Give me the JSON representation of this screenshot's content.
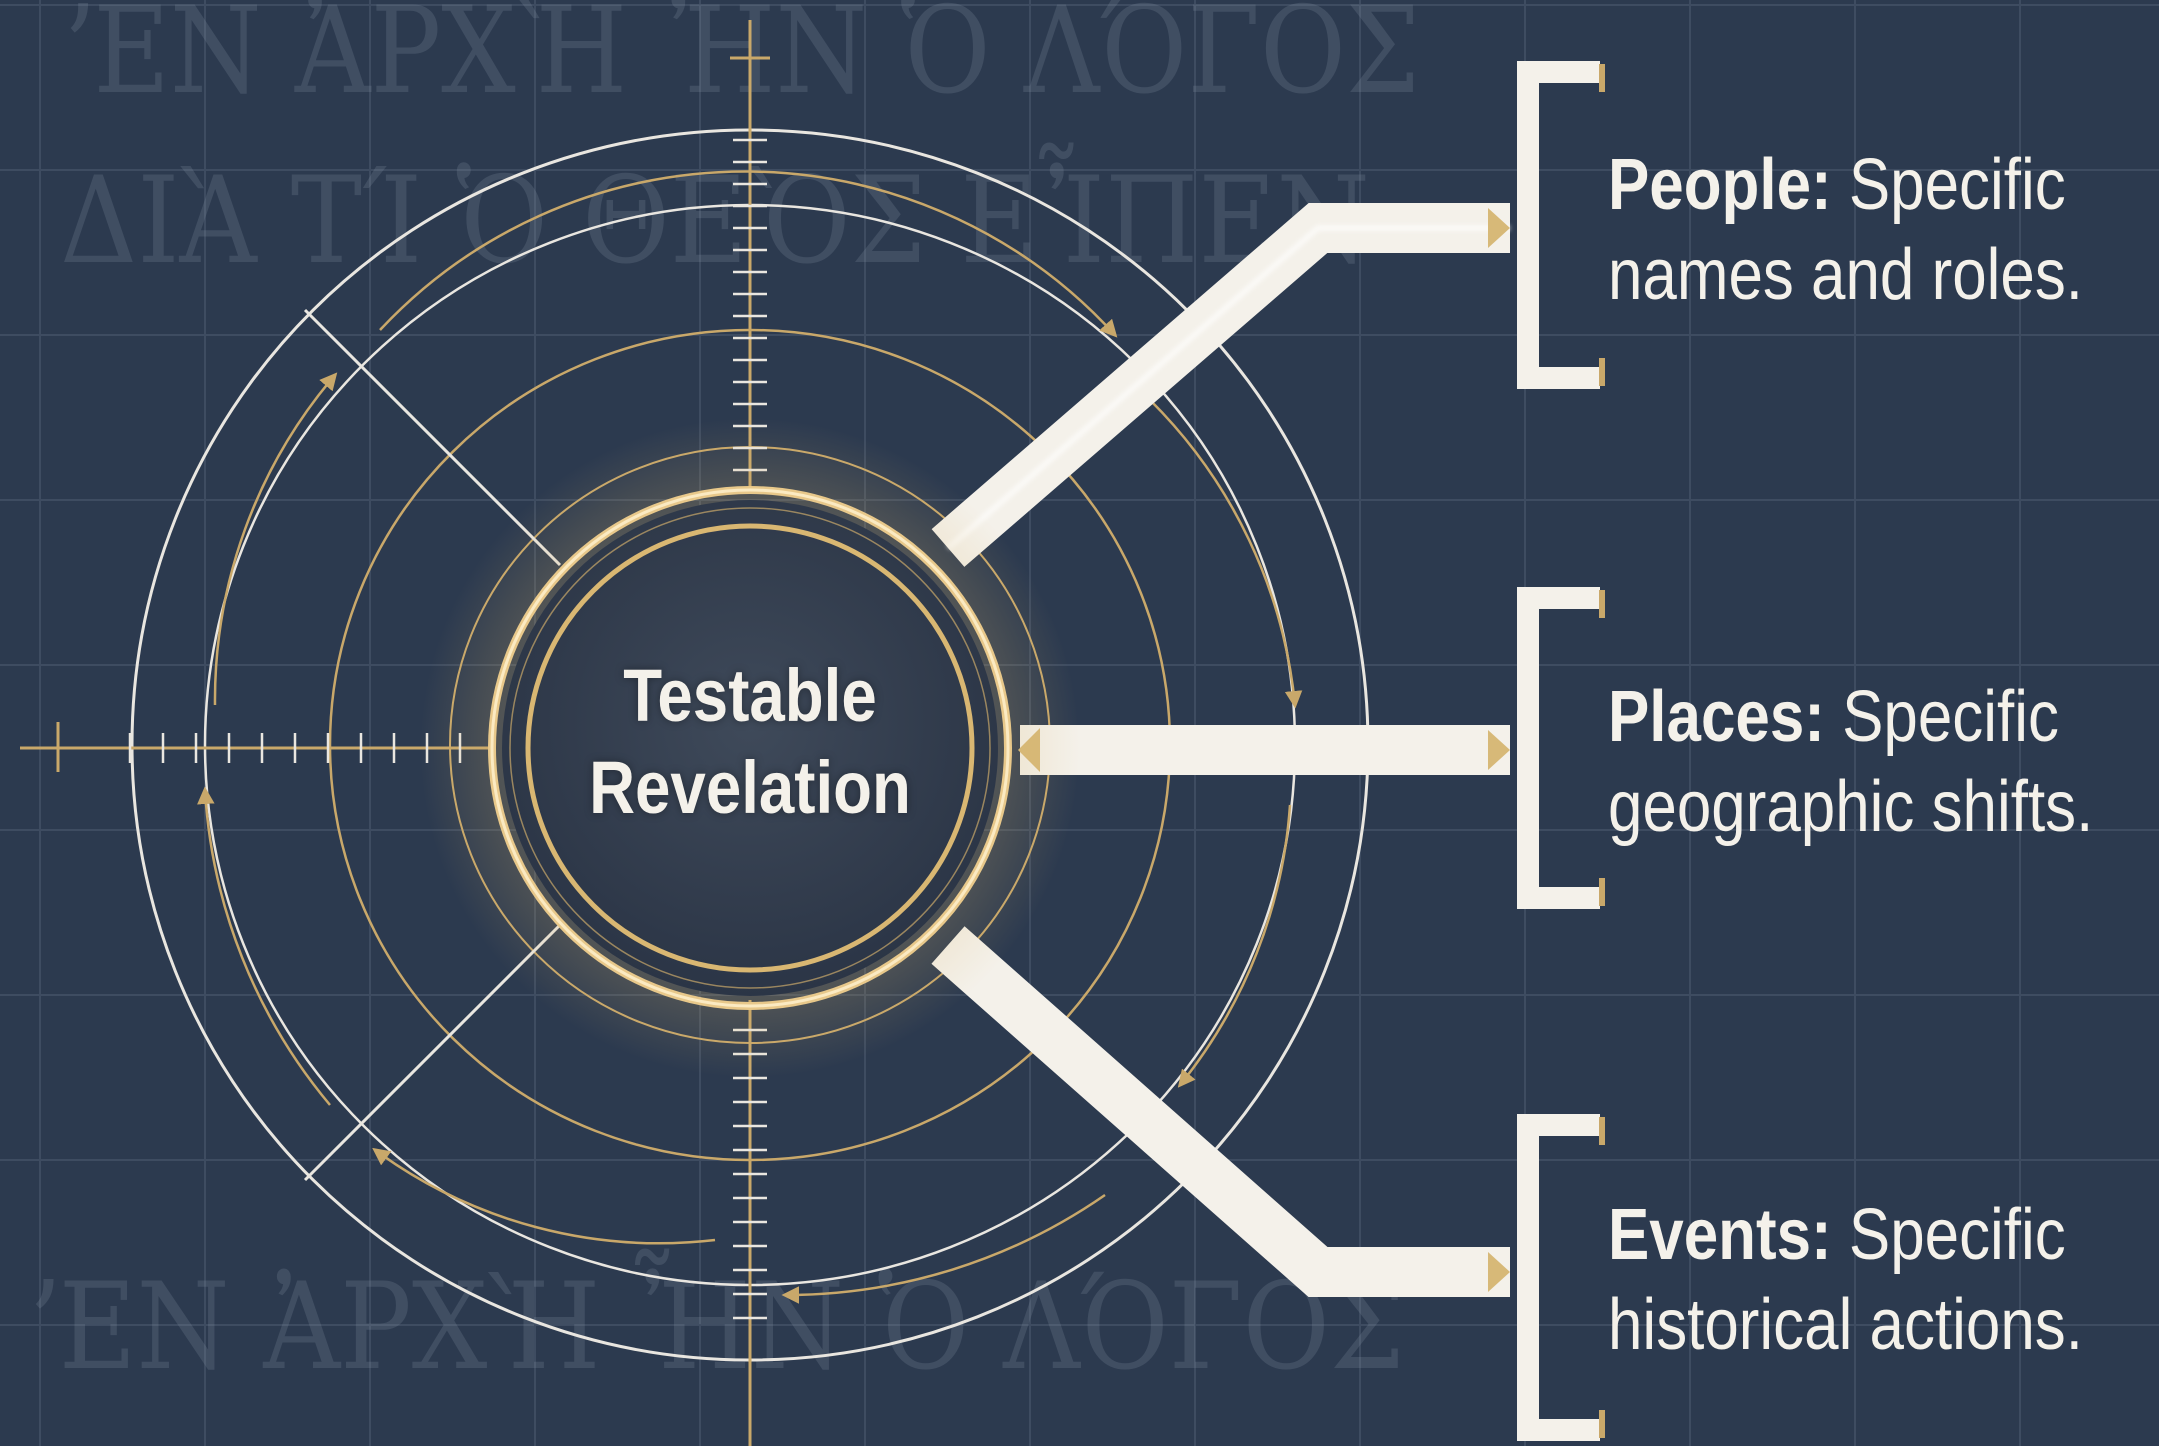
{
  "background_text": [
    "ʼΕΝ ἈΡΧῊ ἮΝ Ὁ ΛΌΓΟΣ",
    "ΔΙᾺ ΤΊ Ὁ ΘΕῸΣ ΕἾΠΕΝ",
    "ʼΕΝ ἈΡΧῊ ἮΝ Ὁ ΛΌΓΟΣ"
  ],
  "center": {
    "line1": "Testable",
    "line2": "Revelation"
  },
  "items": [
    {
      "label": "People:",
      "desc1": "Specific",
      "desc2": "names and roles."
    },
    {
      "label": "Places:",
      "desc1": "Specific",
      "desc2": "geographic shifts."
    },
    {
      "label": "Events:",
      "desc1": "Specific",
      "desc2": "historical actions."
    }
  ],
  "colors": {
    "background": "#2c3a4f",
    "gold": "#c9a86a",
    "cream": "#f4f1ea",
    "grid": "#4d5b70"
  }
}
